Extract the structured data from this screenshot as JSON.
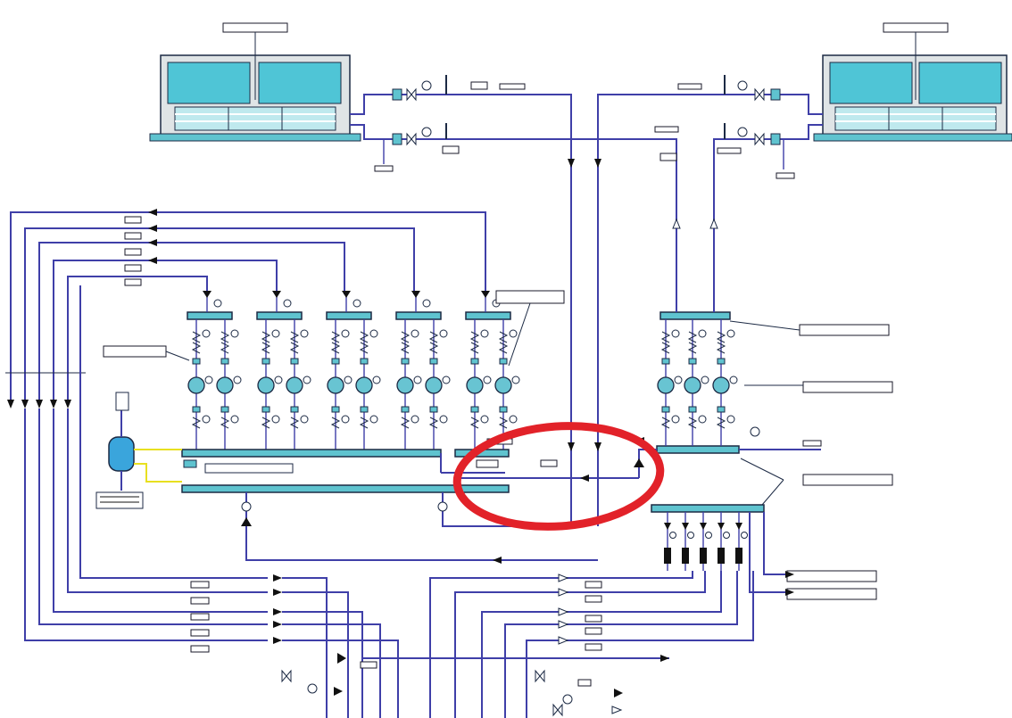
{
  "diagram": {
    "type": "chilled-water piping schematic (P&ID)",
    "colors": {
      "pipe": "#3f3fa8",
      "equipment_fill": "#5fc3cf",
      "chiller_panel": "#4fc5d6",
      "feed_line": "#e8e020",
      "highlight": "#e22229",
      "background": "#ffffff"
    },
    "equipment": {
      "chillers": 2,
      "primary_pump_groups": 5,
      "secondary_pumps": 3,
      "expansion_tank": 1,
      "highlighted_region": "ellipse"
    }
  }
}
